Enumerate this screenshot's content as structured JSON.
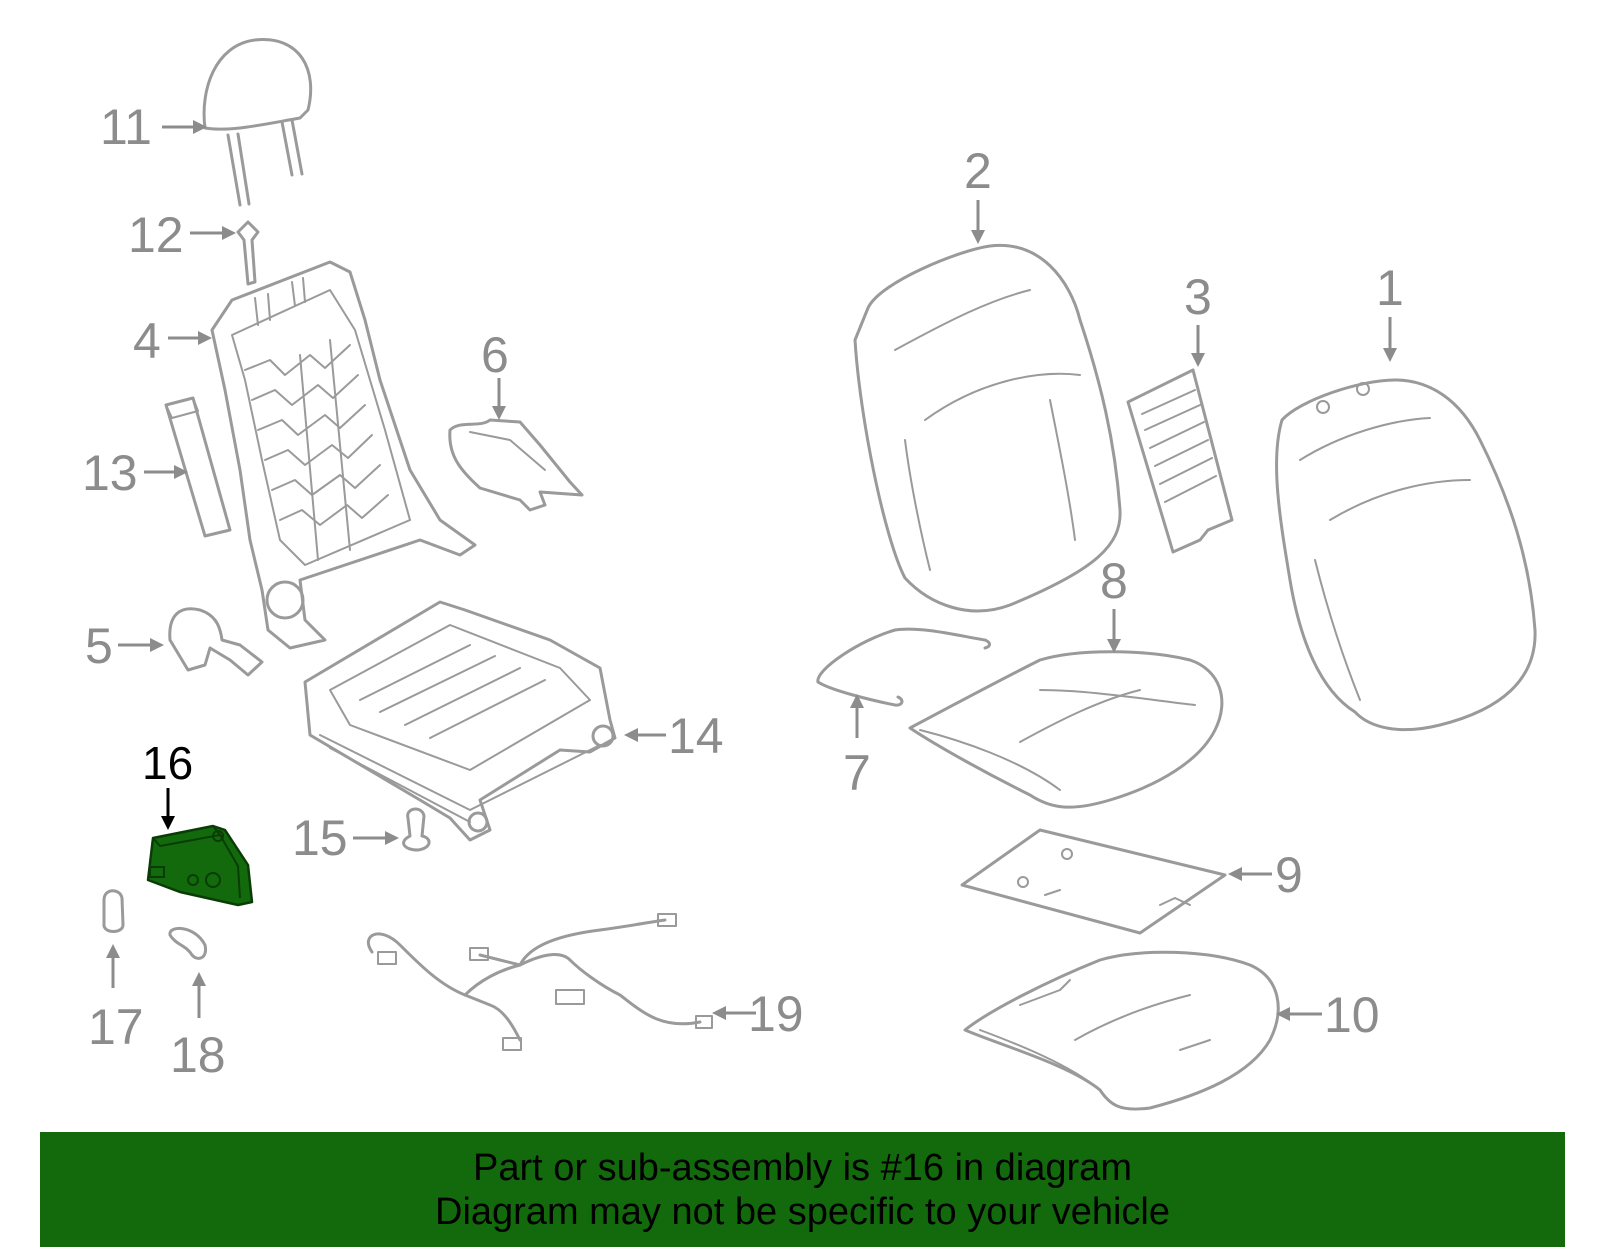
{
  "callouts": {
    "c1": "1",
    "c2": "2",
    "c3": "3",
    "c4": "4",
    "c5": "5",
    "c6": "6",
    "c7": "7",
    "c8": "8",
    "c9": "9",
    "c10": "10",
    "c11": "11",
    "c12": "12",
    "c13": "13",
    "c14": "14",
    "c15": "15",
    "c16": "16",
    "c17": "17",
    "c18": "18",
    "c19": "19"
  },
  "highlight": {
    "part_number": "16",
    "color": "#136a0c"
  },
  "banner": {
    "line1": "Part or sub-assembly is #16 in diagram",
    "line2": "Diagram may not be specific to your vehicle",
    "background": "#136a0c"
  }
}
